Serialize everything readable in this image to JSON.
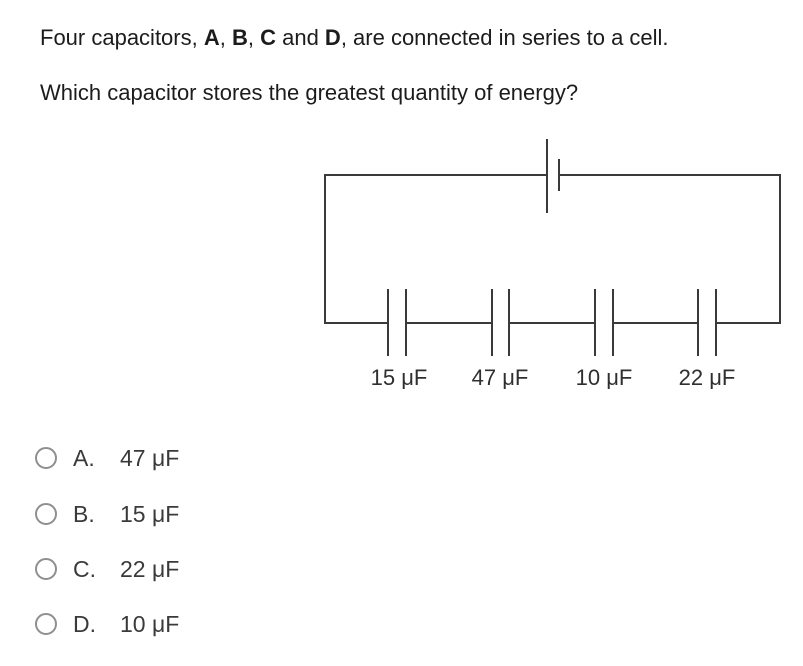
{
  "question": {
    "line1_segments": [
      {
        "text": "Four capacitors, ",
        "bold": false
      },
      {
        "text": "A",
        "bold": true
      },
      {
        "text": ", ",
        "bold": false
      },
      {
        "text": "B",
        "bold": true
      },
      {
        "text": ", ",
        "bold": false
      },
      {
        "text": "C",
        "bold": true
      },
      {
        "text": " and ",
        "bold": false
      },
      {
        "text": "D",
        "bold": true
      },
      {
        "text": ", are connected in series to a cell.",
        "bold": false
      }
    ],
    "line2": "Which capacitor stores the greatest quantity of energy?"
  },
  "circuit": {
    "type": "series-circuit-with-cell",
    "capacitors": [
      {
        "label": "15 μF"
      },
      {
        "label": "47 μF"
      },
      {
        "label": "10 μF"
      },
      {
        "label": "22 μF"
      }
    ]
  },
  "options": [
    {
      "letter": "A.",
      "value": "47 μF",
      "selected": false
    },
    {
      "letter": "B.",
      "value": "15 μF",
      "selected": false
    },
    {
      "letter": "C.",
      "value": "22 μF",
      "selected": false
    },
    {
      "letter": "D.",
      "value": "10 μF",
      "selected": false
    }
  ],
  "colors": {
    "background": "#ffffff",
    "question_text": "#1c1c1c",
    "option_text": "#3a3a3a",
    "label_text": "#2f2f2f",
    "circuit_stroke": "#3a3a3a",
    "radio_border": "#8f8f8f"
  }
}
